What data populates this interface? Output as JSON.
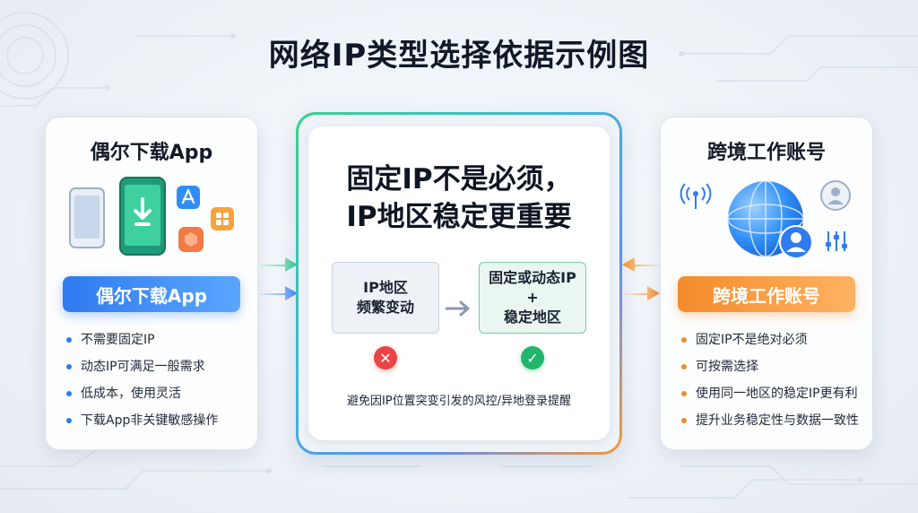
{
  "title": "网络IP类型选择依据示例图",
  "left_card": {
    "title": "偶尔下载App",
    "pill": "偶尔下载App",
    "bullets": [
      "不需要固定IP",
      "动态IP可满足一般需求",
      "低成本，使用灵活",
      "下载App非关键敏感操作"
    ],
    "accent": "#2f7bf0",
    "icons": [
      "phone-icon",
      "phone-download-icon",
      "app-store-icon",
      "grid-app-icon",
      "hexagon-app-icon"
    ]
  },
  "center": {
    "headline_line1": "固定IP不是必须，",
    "headline_line2": "IP地区稳定更重要",
    "box_left_line1": "IP地区",
    "box_left_line2": "频繁变动",
    "box_right_line1": "固定或动态IP",
    "box_right_line2": "+",
    "box_right_line3": "稳定地区",
    "note": "避免因IP位置突变引发的风控/异地登录提醒",
    "bad_color": "#e94545",
    "good_color": "#22b56c"
  },
  "right_card": {
    "title": "跨境工作账号",
    "pill": "跨境工作账号",
    "bullets": [
      "固定IP不是绝对必须",
      "可按需选择",
      "使用同一地区的稳定IP更有利",
      "提升业务稳定性与数据一致性"
    ],
    "accent": "#f48b2a",
    "icons": [
      "globe-icon",
      "signal-icon",
      "user-icon",
      "user-badge-icon",
      "sliders-icon"
    ]
  }
}
